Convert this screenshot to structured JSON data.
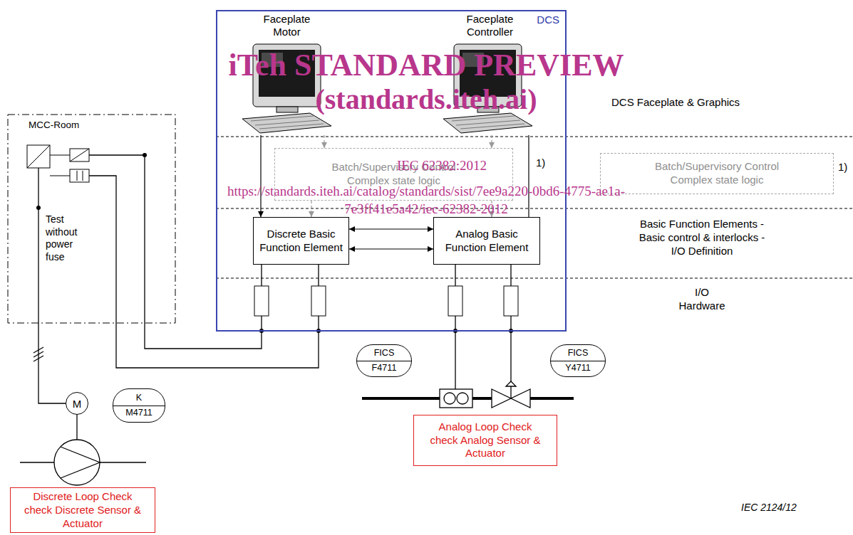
{
  "diagram": {
    "caption": "IEC 2124/12",
    "nodes": [
      {
        "text": [
          "DCS"
        ]
      },
      {
        "text": [
          "Faceplate Motor"
        ],
        "in": 0
      },
      {
        "text": [
          "Faceplate Controller"
        ],
        "in": 0
      },
      {
        "text": [
          "Batch/Supervisory Control Complex state logic"
        ],
        "in": 0
      },
      {
        "text": [
          "Discrete Basic Function Element"
        ],
        "in": 0
      },
      {
        "text": [
          "Analog Basic Function Element"
        ],
        "in": 0
      },
      {
        "text": [
          "Batch/Supervisory Control Complex state logic"
        ]
      },
      {
        "text": [
          "MCC-Room"
        ]
      },
      {
        "text": [
          "M"
        ]
      },
      {
        "text": [
          "K",
          "M4711"
        ]
      },
      {
        "text": [
          "FICS",
          "F4711"
        ]
      },
      {
        "text": [
          "FICS",
          "Y4711"
        ]
      },
      {
        "text": [
          "Analog Loop Check",
          "check Analog Sensor & Actuator"
        ]
      },
      {
        "text": [
          "Discrete Loop Check",
          "check Discrete Sensor & Actuator"
        ]
      }
    ],
    "edges": [
      {
        "from": 1,
        "to": 4,
        "arrow": "to"
      },
      {
        "from": 1,
        "to": 3,
        "arrow": "to"
      },
      {
        "from": 2,
        "to": 3,
        "arrow": "to"
      },
      {
        "from": 2,
        "to": 5,
        "arrow": "none"
      },
      {
        "from": 3,
        "to": 4,
        "arrow": "to"
      },
      {
        "from": 3,
        "to": 5,
        "arrow": "to"
      },
      {
        "from": 4,
        "to": 5,
        "arrow": "both"
      },
      {
        "from": 4,
        "to": 5,
        "arrow": "both"
      }
    ],
    "labels": [
      "iTeh STANDARD PREVIEW",
      "(standards.iteh.ai)",
      "IEC 62382:2012",
      "https://standards.iteh.ai/catalog/standards/sist/7ee9a220-0bd6-4775-ae1a-",
      "7e3ff41e5a42/iec-62382-2012",
      "1)",
      "1)",
      "DCS Faceplate & Graphics",
      "Basic Function Elements - Basic control & interlocks - I/O Definition",
      "I/O Hardware",
      "Test without power fuse"
    ]
  }
}
